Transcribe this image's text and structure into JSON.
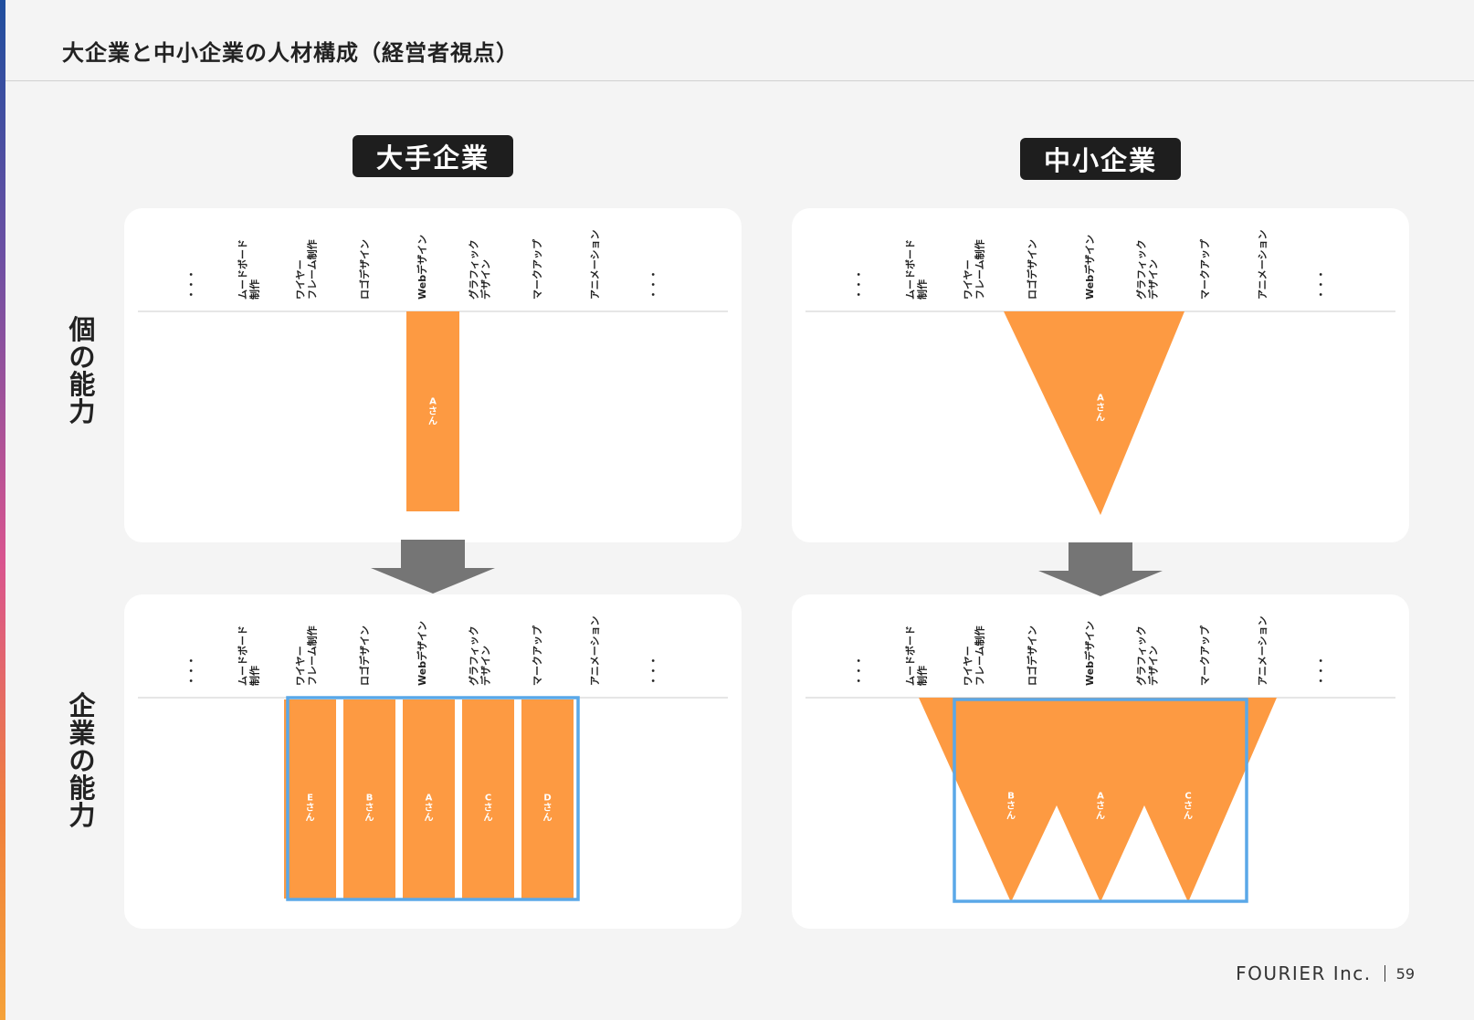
{
  "title": "大企業と中小企業の人材構成（経営者視点）",
  "columns": [
    {
      "label": "大手企業",
      "pattern": "I-shaped"
    },
    {
      "label": "中小企業",
      "pattern": "V-shaped"
    }
  ],
  "rows": [
    {
      "label": "個の能力"
    },
    {
      "label": "企業の能力"
    }
  ],
  "skills": [
    {
      "lines": [
        "・・・"
      ]
    },
    {
      "lines": [
        "ムードボード",
        "制作"
      ]
    },
    {
      "lines": [
        "ワイヤー",
        "フレーム制作"
      ]
    },
    {
      "lines": [
        "ロゴデザイン"
      ]
    },
    {
      "lines": [
        "Webデザイン"
      ]
    },
    {
      "lines": [
        "グラフィック",
        "デザイン"
      ]
    },
    {
      "lines": [
        "マークアップ"
      ]
    },
    {
      "lines": [
        "アニメーション"
      ]
    },
    {
      "lines": [
        "・・・"
      ]
    }
  ],
  "people": {
    "large_individual": [
      "Aさん"
    ],
    "large_company": [
      "Eさん",
      "Bさん",
      "Aさん",
      "Cさん",
      "Dさん"
    ],
    "small_individual": [
      "Aさん"
    ],
    "small_company": [
      "Bさん",
      "Aさん",
      "Cさん"
    ]
  },
  "colors": {
    "orange": "#fd9a42",
    "blue_frame": "#5aa8e8",
    "arrow": "#757575",
    "label_bg": "#1e1e1e"
  },
  "footer": {
    "company": "FOURIER Inc.",
    "page": "59"
  }
}
